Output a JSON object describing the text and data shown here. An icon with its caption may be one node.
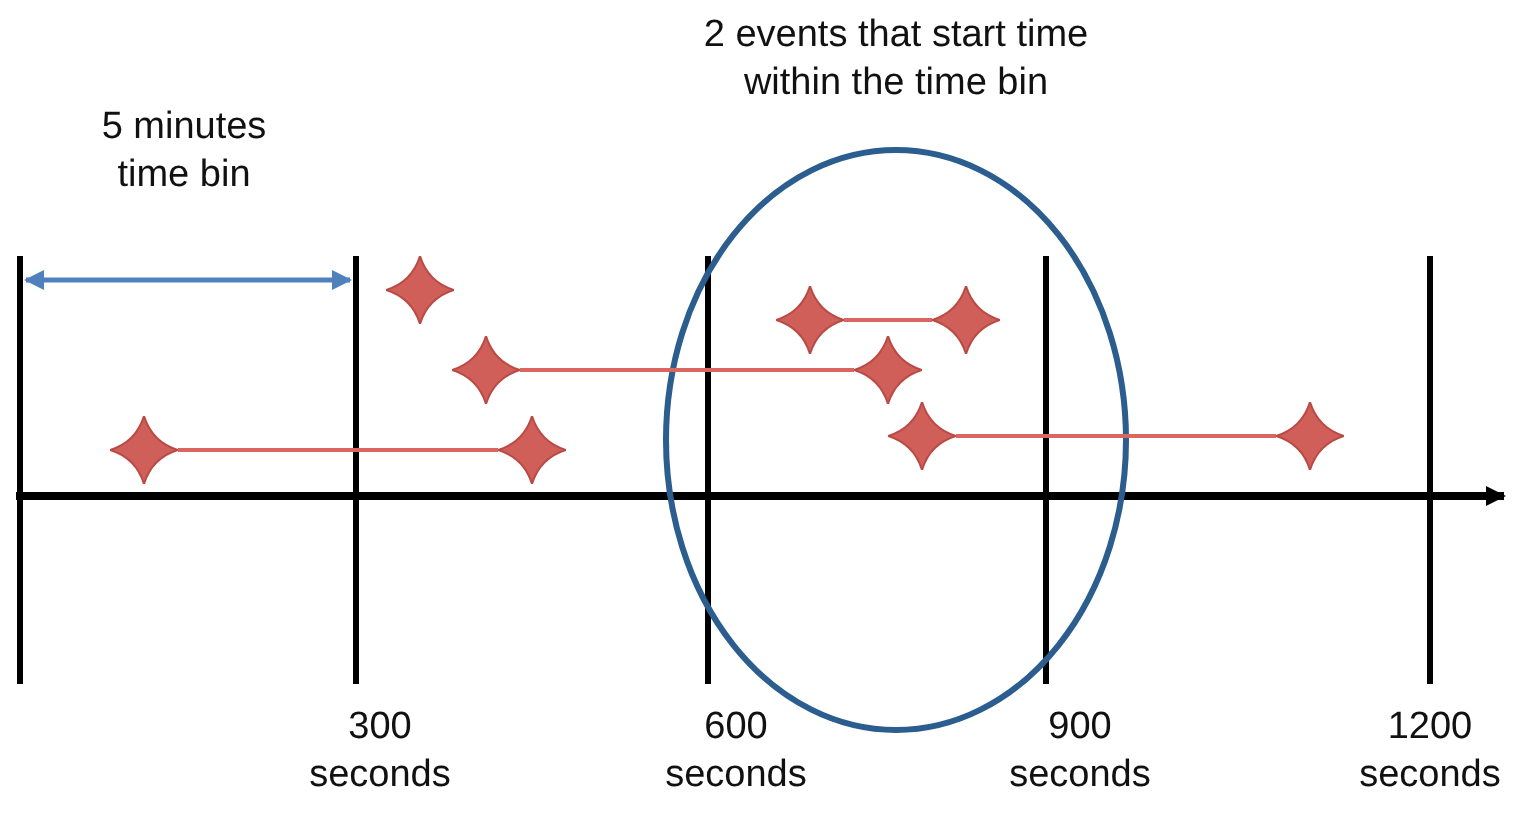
{
  "diagram": {
    "nodes": [
      {
        "text": [],
        "shape": "diamond"
      },
      {
        "text": [],
        "shape": "diamond"
      },
      {
        "text": [],
        "shape": "diamond"
      },
      {
        "text": [],
        "shape": "diamond"
      },
      {
        "text": [],
        "shape": "diamond"
      },
      {
        "text": [],
        "shape": "diamond"
      },
      {
        "text": [],
        "shape": "diamond"
      },
      {
        "text": [],
        "shape": "diamond"
      },
      {
        "text": [],
        "shape": "diamond"
      }
    ],
    "edges": [
      {
        "from": 4,
        "to": 7,
        "arrow": "none"
      },
      {
        "from": 2,
        "to": 5,
        "arrow": "none"
      },
      {
        "from": 0,
        "to": 3,
        "arrow": "none"
      },
      {
        "from": 6,
        "to": 8,
        "arrow": "none"
      }
    ],
    "labels": [
      "2 events that start time within the time bin",
      "5 minutes time bin",
      "300 seconds",
      "600 seconds",
      "900 seconds",
      "1200 seconds"
    ]
  }
}
